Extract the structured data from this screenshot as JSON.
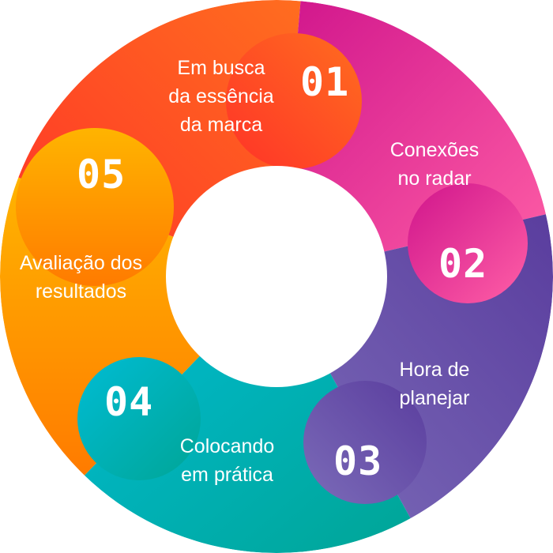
{
  "steps": [
    {
      "number": "01",
      "label": "Em busca\nda essência\nda marca",
      "color_start": "#ff3328",
      "color_end": "#ff6d1f"
    },
    {
      "number": "02",
      "label": "Conexões\nno radar",
      "color_start": "#d0158c",
      "color_end": "#ff5fa6"
    },
    {
      "number": "03",
      "label": "Hora de\nplanejar",
      "color_start": "#5a3d9e",
      "color_end": "#7b6bb8"
    },
    {
      "number": "04",
      "label": "Colocando\nem prática",
      "color_start": "#00bcd4",
      "color_end": "#00a596"
    },
    {
      "number": "05",
      "label": "Avaliação dos\nresultados",
      "color_start": "#ffb400",
      "color_end": "#ff7b00"
    }
  ]
}
